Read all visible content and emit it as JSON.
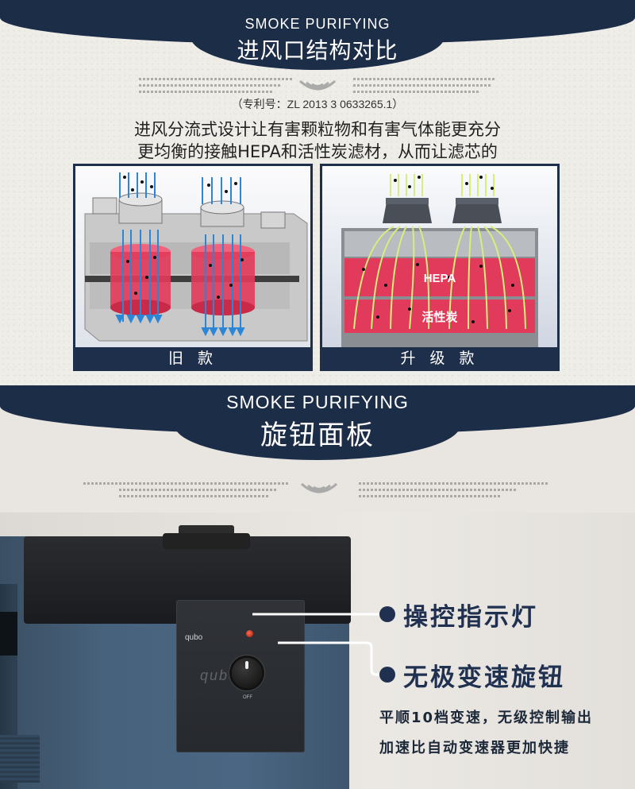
{
  "section1": {
    "header_en": "SMOKE PURIFYING",
    "header_zh": "进风口结构对比",
    "patent": "（专利号：ZL 2013 3 0633265.1）",
    "desc_line1": "进风分流式设计让有害颗粒物和有害气体能更充分",
    "desc_line2": "更均衡的接触HEPA和活性炭滤材，从而让滤芯的",
    "panels": [
      {
        "caption": "旧 款"
      },
      {
        "caption": "升 级 款",
        "layer_labels": [
          "HEPA",
          "活性炭"
        ]
      }
    ]
  },
  "section2": {
    "header_en": "SMOKE PURIFYING",
    "header_zh": "旋钮面板",
    "brand": "qubo",
    "knob_label": "OFF",
    "callouts": [
      {
        "label": "操控指示灯"
      },
      {
        "label": "无极变速旋钮"
      }
    ],
    "sub_line1": "平顺10档变速，无级控制输出",
    "sub_line2": "加速比自动变速器更加快捷"
  },
  "colors": {
    "navy": "#1c2d48",
    "filter_red": "#e23a5a",
    "arrow_blue": "#2b86d8",
    "arrow_green": "#d4f07a",
    "callout": "#1f3050"
  }
}
